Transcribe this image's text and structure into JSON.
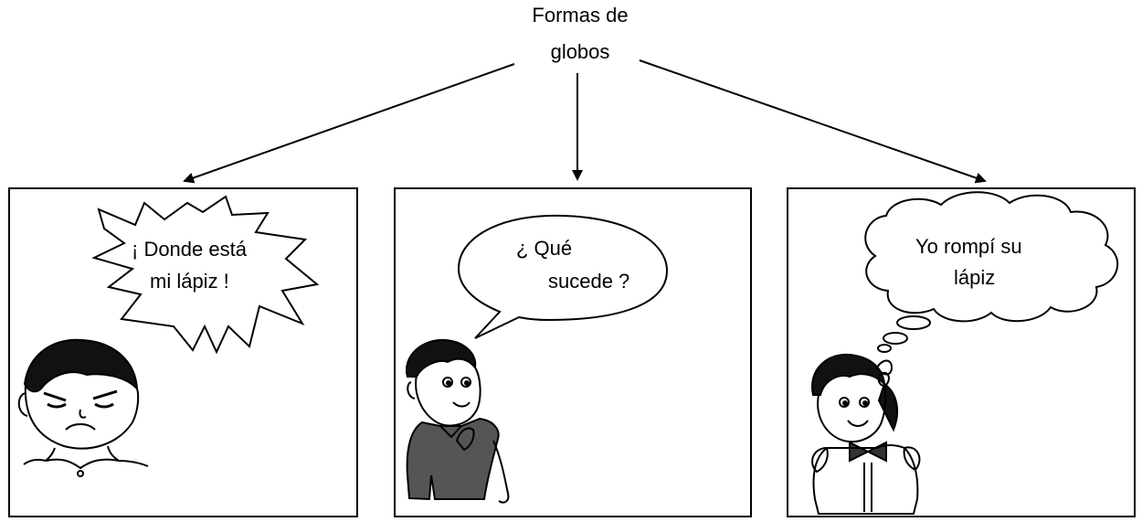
{
  "diagram": {
    "title_lines": [
      "Formas de",
      "globos"
    ],
    "panels": [
      {
        "bubble_type": "shout",
        "text_lines": [
          "¡ Donde está",
          "mi lápiz !"
        ],
        "character": "angry-boy"
      },
      {
        "bubble_type": "speech",
        "text_lines": [
          "¿ Qué",
          "sucede ?"
        ],
        "character": "boy-speaking"
      },
      {
        "bubble_type": "thought",
        "text_lines": [
          "Yo rompí su",
          "lápiz"
        ],
        "character": "girl-thinking"
      }
    ]
  }
}
